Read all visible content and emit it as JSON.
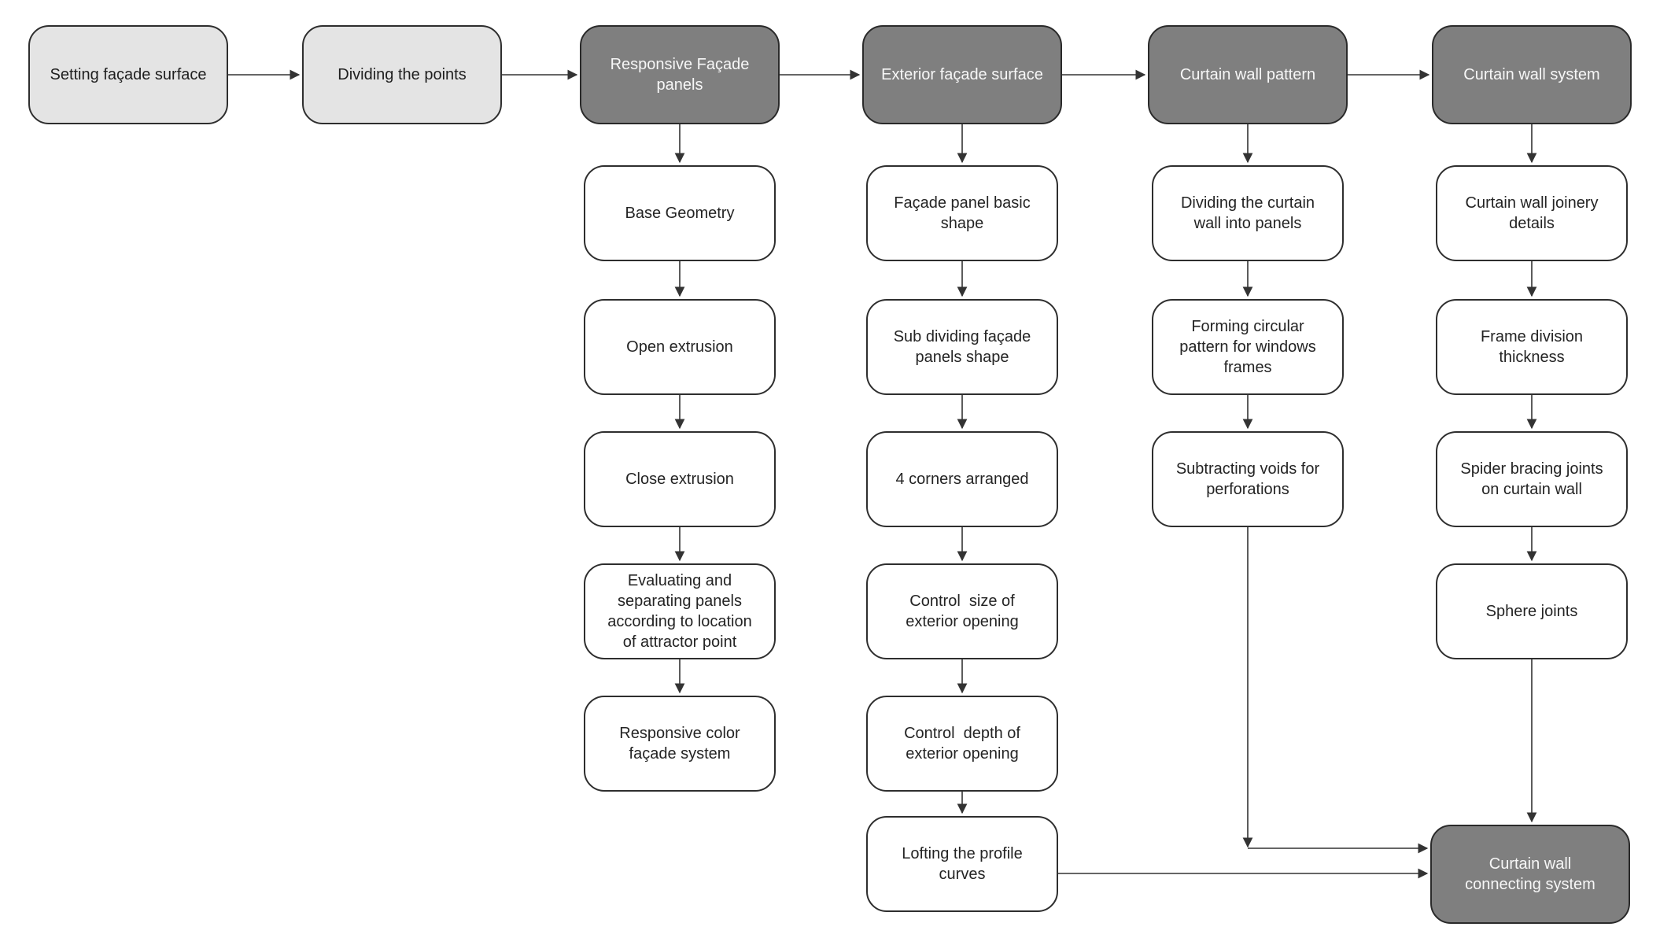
{
  "flowchart": {
    "colors": {
      "header_light_fill": "#e4e4e4",
      "header_dark_fill": "#7f7f7f",
      "step_fill": "#ffffff",
      "border": "#2e2e2e",
      "arrow": "#333333",
      "text_dark": "#242424",
      "text_light": "#f7f7f7",
      "background": "#ffffff"
    },
    "top_row": [
      {
        "id": "setting-facade-surface",
        "label": "Setting façade surface",
        "variant": "light"
      },
      {
        "id": "dividing-the-points",
        "label": "Dividing the points",
        "variant": "light"
      },
      {
        "id": "responsive-facade-panels",
        "label": "Responsive Façade panels",
        "variant": "dark"
      },
      {
        "id": "exterior-facade-surface",
        "label": "Exterior façade surface",
        "variant": "dark"
      },
      {
        "id": "curtain-wall-pattern",
        "label": "Curtain wall pattern",
        "variant": "dark"
      },
      {
        "id": "curtain-wall-system",
        "label": "Curtain wall system",
        "variant": "dark"
      }
    ],
    "columns": [
      {
        "under": "responsive-facade-panels",
        "steps": [
          {
            "id": "base-geometry",
            "label": "Base Geometry"
          },
          {
            "id": "open-extrusion",
            "label": "Open extrusion"
          },
          {
            "id": "close-extrusion",
            "label": "Close extrusion"
          },
          {
            "id": "evaluating-separating-panels",
            "label": "Evaluating and separating panels according to location of attractor point"
          },
          {
            "id": "responsive-color-facade-system",
            "label": "Responsive color façade system"
          }
        ]
      },
      {
        "under": "exterior-facade-surface",
        "steps": [
          {
            "id": "facade-panel-basic-shape",
            "label": "Façade panel basic shape"
          },
          {
            "id": "sub-dividing-facade-panels-shape",
            "label": "Sub dividing façade panels shape"
          },
          {
            "id": "four-corners-arranged",
            "label": "4 corners arranged"
          },
          {
            "id": "control-size-exterior-opening",
            "label": "Control  size of exterior opening"
          },
          {
            "id": "control-depth-exterior-opening",
            "label": "Control  depth of exterior opening"
          },
          {
            "id": "lofting-profile-curves",
            "label": "Lofting the profile curves"
          }
        ]
      },
      {
        "under": "curtain-wall-pattern",
        "steps": [
          {
            "id": "dividing-curtain-wall-into-panels",
            "label": "Dividing the curtain wall into panels"
          },
          {
            "id": "forming-circular-pattern-windows-frames",
            "label": "Forming circular pattern for windows frames"
          },
          {
            "id": "subtracting-voids-perforations",
            "label": "Subtracting voids for perforations"
          }
        ]
      },
      {
        "under": "curtain-wall-system",
        "steps": [
          {
            "id": "curtain-wall-joinery-details",
            "label": "Curtain wall joinery details"
          },
          {
            "id": "frame-division-thickness",
            "label": "Frame division thickness"
          },
          {
            "id": "spider-bracing-joints",
            "label": "Spider bracing joints on curtain wall"
          },
          {
            "id": "sphere-joints",
            "label": "Sphere joints"
          }
        ]
      }
    ],
    "end_node": {
      "id": "curtain-wall-connecting-system",
      "label": "Curtain wall connecting system",
      "variant": "dark"
    },
    "edges": [
      {
        "from": "setting-facade-surface",
        "to": "dividing-the-points"
      },
      {
        "from": "dividing-the-points",
        "to": "responsive-facade-panels"
      },
      {
        "from": "responsive-facade-panels",
        "to": "exterior-facade-surface"
      },
      {
        "from": "exterior-facade-surface",
        "to": "curtain-wall-pattern"
      },
      {
        "from": "curtain-wall-pattern",
        "to": "curtain-wall-system"
      },
      {
        "from": "responsive-facade-panels",
        "to": "base-geometry"
      },
      {
        "from": "base-geometry",
        "to": "open-extrusion"
      },
      {
        "from": "open-extrusion",
        "to": "close-extrusion"
      },
      {
        "from": "close-extrusion",
        "to": "evaluating-separating-panels"
      },
      {
        "from": "evaluating-separating-panels",
        "to": "responsive-color-facade-system"
      },
      {
        "from": "exterior-facade-surface",
        "to": "facade-panel-basic-shape"
      },
      {
        "from": "facade-panel-basic-shape",
        "to": "sub-dividing-facade-panels-shape"
      },
      {
        "from": "sub-dividing-facade-panels-shape",
        "to": "four-corners-arranged"
      },
      {
        "from": "four-corners-arranged",
        "to": "control-size-exterior-opening"
      },
      {
        "from": "control-size-exterior-opening",
        "to": "control-depth-exterior-opening"
      },
      {
        "from": "control-depth-exterior-opening",
        "to": "lofting-profile-curves"
      },
      {
        "from": "curtain-wall-pattern",
        "to": "dividing-curtain-wall-into-panels"
      },
      {
        "from": "dividing-curtain-wall-into-panels",
        "to": "forming-circular-pattern-windows-frames"
      },
      {
        "from": "forming-circular-pattern-windows-frames",
        "to": "subtracting-voids-perforations"
      },
      {
        "from": "subtracting-voids-perforations",
        "to": "curtain-wall-connecting-system"
      },
      {
        "from": "curtain-wall-system",
        "to": "curtain-wall-joinery-details"
      },
      {
        "from": "curtain-wall-joinery-details",
        "to": "frame-division-thickness"
      },
      {
        "from": "frame-division-thickness",
        "to": "spider-bracing-joints"
      },
      {
        "from": "spider-bracing-joints",
        "to": "sphere-joints"
      },
      {
        "from": "sphere-joints",
        "to": "curtain-wall-connecting-system"
      },
      {
        "from": "lofting-profile-curves",
        "to": "curtain-wall-connecting-system"
      }
    ]
  }
}
